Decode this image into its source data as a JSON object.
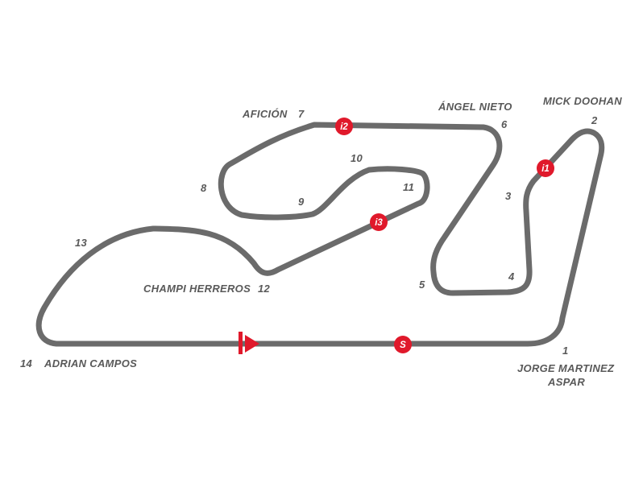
{
  "colors": {
    "track": "#6b6b6b",
    "accent": "#e0192b",
    "label": "#595959"
  },
  "markers": {
    "i1": "i1",
    "i2": "i2",
    "i3": "i3",
    "s": "S"
  },
  "flag_icon": "start-finish-flag-icon",
  "corners": {
    "n1": "1",
    "n2": "2",
    "n3": "3",
    "n4": "4",
    "n5": "5",
    "n6": "6",
    "n7": "7",
    "n8": "8",
    "n9": "9",
    "n10": "10",
    "n11": "11",
    "n12": "12",
    "n13": "13",
    "n14": "14"
  },
  "corner_names": {
    "aficion": "AFICIÓN",
    "angel_nieto": "ÁNGEL NIETO",
    "mick_doohan": "MICK DOOHAN",
    "champi_herreros": "CHAMPI HERREROS",
    "adrian_campos": "ADRIAN CAMPOS",
    "jorge_martinez_line1": "JORGE MARTINEZ",
    "jorge_martinez_line2": "ASPAR"
  }
}
